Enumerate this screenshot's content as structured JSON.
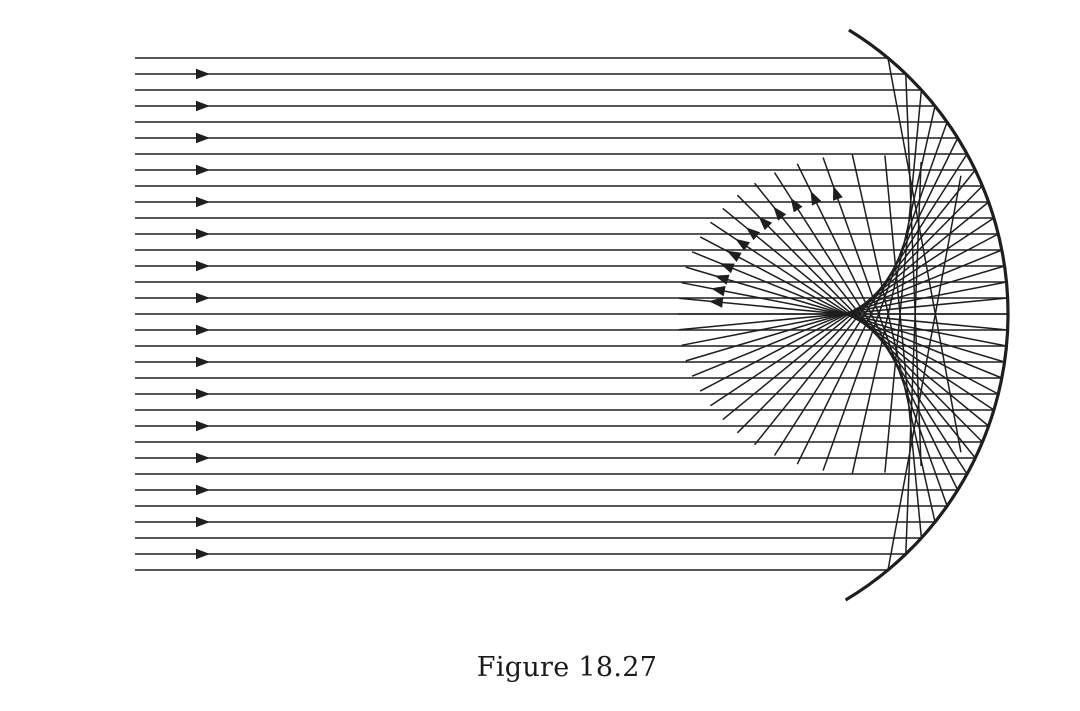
{
  "figure": {
    "caption": "Figure 18.27",
    "ink_color": "#1e1e1e",
    "background": "#ffffff",
    "incoming_ray_count": 33,
    "arrowed_ray_every": 2,
    "reflected_arrow_count": 12
  }
}
